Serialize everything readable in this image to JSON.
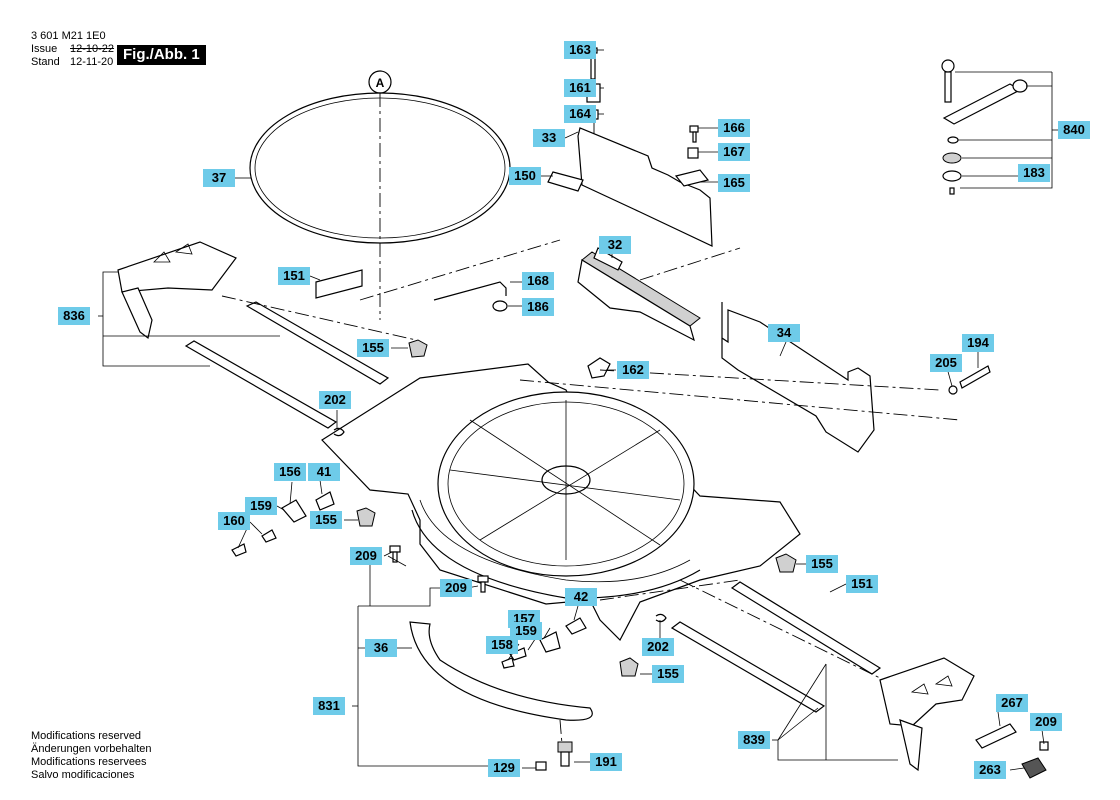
{
  "header": {
    "code": "3 601 M21 1E0",
    "issue_label": "Issue",
    "issue_date_struck": "12-10-22",
    "stand_label": "Stand",
    "stand_date": "12-11-20",
    "figure_label": "Fig./Abb. 1"
  },
  "detail_marker": "A",
  "callout_color": "#6ecbe9",
  "callouts": {
    "c163": "163",
    "c161": "161",
    "c164": "164",
    "c33": "33",
    "c166": "166",
    "c167": "167",
    "c150": "150",
    "c165": "165",
    "c37": "37",
    "c840": "840",
    "c183": "183",
    "c32": "32",
    "c168": "168",
    "c186": "186",
    "c151a": "151",
    "c836": "836",
    "c155a": "155",
    "c162": "162",
    "c34": "34",
    "c194": "194",
    "c205": "205",
    "c202a": "202",
    "c156": "156",
    "c41": "41",
    "c159a": "159",
    "c160": "160",
    "c155b": "155",
    "c209a": "209",
    "c209b": "209",
    "c155c": "155",
    "c151b": "151",
    "c42": "42",
    "c157": "157",
    "c159b": "159",
    "c36": "36",
    "c158": "158",
    "c202b": "202",
    "c155d": "155",
    "c831": "831",
    "c267": "267",
    "c209c": "209",
    "c839": "839",
    "c129": "129",
    "c191": "191",
    "c263": "263"
  },
  "footer": {
    "line1": "Modifications reserved",
    "line2": "Änderungen vorbehalten",
    "line3": "Modifications reservees",
    "line4": "Salvo modificaciones"
  }
}
